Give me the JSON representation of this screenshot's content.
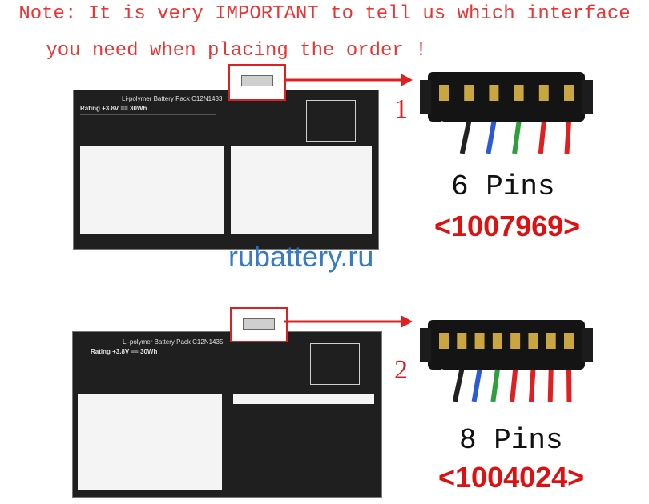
{
  "note": {
    "line1": "Note: It is very IMPORTANT to tell us which interface",
    "line2": "you need when placing the order !"
  },
  "watermark": "rubattery.ru",
  "batteries": [
    {
      "index": "1",
      "pins": "6 Pins",
      "part_number": "<1007969>",
      "title": "Li-polymer Battery Pack C12N1433",
      "rating": "Rating +3.8V == 30Wh",
      "pin_count": 6
    },
    {
      "index": "2",
      "pins": "8 Pins",
      "part_number": "<1004024>",
      "title": "Li-polymer Battery Pack C12N1435",
      "rating": "Rating +3.8V == 30Wh",
      "pin_count": 8
    }
  ],
  "colors": {
    "note": "#ee3333",
    "watermark": "#2b74c4",
    "part_number": "#e01010",
    "arrow": "#e02020"
  }
}
